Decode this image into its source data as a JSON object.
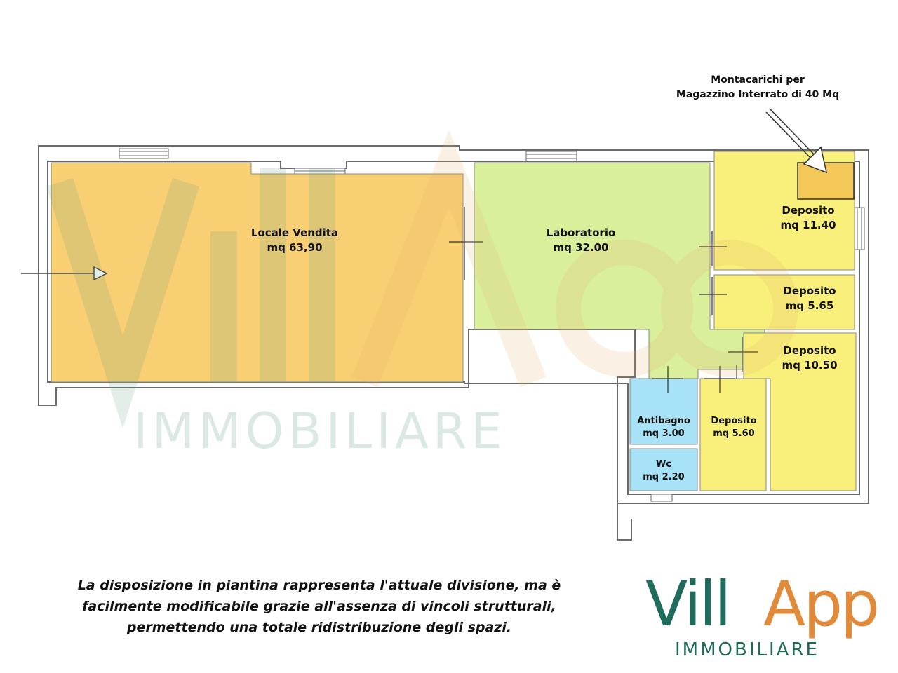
{
  "rooms": [
    {
      "id": "locale-vendita",
      "name": "Locale Vendita",
      "area": "mq 63,90",
      "color": "#f8cf72"
    },
    {
      "id": "laboratorio",
      "name": "Laboratorio",
      "area": "mq 32.00",
      "color": "#d9ef9a"
    },
    {
      "id": "deposito-1",
      "name": "Deposito",
      "area": "mq 11.40",
      "color": "#f8f07a"
    },
    {
      "id": "deposito-2",
      "name": "Deposito",
      "area": "mq 5.65",
      "color": "#f8f07a"
    },
    {
      "id": "deposito-3",
      "name": "Deposito",
      "area": "mq  10.50",
      "color": "#f8f07a"
    },
    {
      "id": "deposito-4",
      "name": "Deposito",
      "area": "mq  5.60",
      "color": "#f8f07a"
    },
    {
      "id": "antibagno",
      "name": "Antibagno",
      "area": "mq  3.00",
      "color": "#a8e2f6"
    },
    {
      "id": "wc",
      "name": "Wc",
      "area": "mq 2.20",
      "color": "#a8e2f6"
    }
  ],
  "lift_note": {
    "line1": "Montacarichi per",
    "line2": "Magazzino Interrato di 40 Mq",
    "color": "#f5c85a"
  },
  "caption": {
    "line1": "La disposizione in piantina rappresenta l'attuale divisione, ma è",
    "line2": "facilmente modificabile grazie all'assenza di vincoli strutturali,",
    "line3": "permettendo una totale ridistribuzione degli spazi."
  },
  "logo": {
    "part1": "Vill",
    "part2": "App",
    "subtitle": "IMMOBILIARE",
    "color_primary": "#1f6b5c",
    "color_accent": "#e08a3a"
  },
  "watermark": {
    "subtitle": "IMMOBILIARE"
  },
  "icons": {
    "entrance": "arrow-right-icon",
    "lift_pointer": "arrow-down-right-icon"
  },
  "colors": {
    "wall": "#6a6a6a",
    "door_mark": "#333333"
  }
}
